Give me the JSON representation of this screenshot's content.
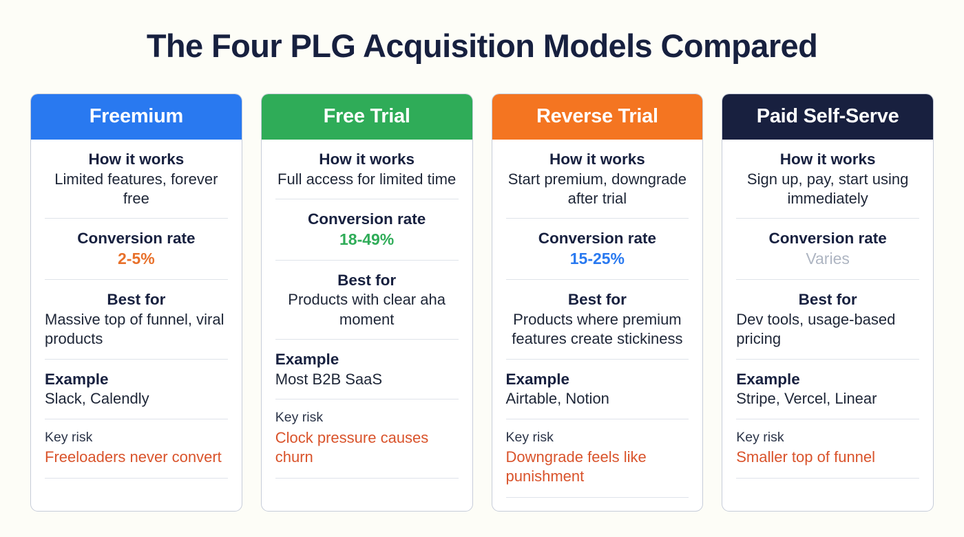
{
  "page": {
    "title": "The Four PLG Acquisition Models Compared",
    "background_color": "#fdfdf7",
    "title_color": "#17203f"
  },
  "labels": {
    "how_it_works": "How it works",
    "conversion_rate": "Conversion rate",
    "best_for": "Best for",
    "example": "Example",
    "key_risk": "Key risk"
  },
  "colors": {
    "freemium_header": "#2979f0",
    "free_trial_header": "#2fac58",
    "reverse_trial_header": "#f47521",
    "paid_self_serve_header": "#18203f",
    "risk_text": "#d9532b",
    "muted_value": "#aeb5c2",
    "card_border": "#c6ccd9",
    "divider": "#dfe3ea"
  },
  "cards": [
    {
      "name": "freemium",
      "title": "Freemium",
      "header_color": "#2979f0",
      "how_it_works": "Limited features, forever free",
      "conversion_rate": "2-5%",
      "conversion_style": "accent-orange",
      "best_for": "Massive top of funnel, viral products",
      "best_for_align": "left",
      "example": "Slack, Calendly",
      "key_risk": "Freeloaders never convert"
    },
    {
      "name": "free-trial",
      "title": "Free Trial",
      "header_color": "#2fac58",
      "how_it_works": "Full access for limited time",
      "conversion_rate": "18-49%",
      "conversion_style": "accent-green",
      "best_for": "Products with clear aha moment",
      "best_for_align": "center",
      "example": "Most B2B SaaS",
      "key_risk": "Clock pressure causes churn"
    },
    {
      "name": "reverse-trial",
      "title": "Reverse Trial",
      "header_color": "#f47521",
      "how_it_works": "Start premium, downgrade after trial",
      "conversion_rate": "15-25%",
      "conversion_style": "accent-blue",
      "best_for": "Products where premium features create stickiness",
      "best_for_align": "center",
      "example": "Airtable, Notion",
      "key_risk": "Downgrade feels like punishment"
    },
    {
      "name": "paid-self-serve",
      "title": "Paid Self-Serve",
      "header_color": "#18203f",
      "how_it_works": "Sign up, pay, start using immediately",
      "conversion_rate": "Varies",
      "conversion_style": "accent-muted",
      "best_for": "Dev tools, usage-based pricing",
      "best_for_align": "left",
      "example": "Stripe, Vercel, Linear",
      "key_risk": "Smaller top of funnel"
    }
  ]
}
